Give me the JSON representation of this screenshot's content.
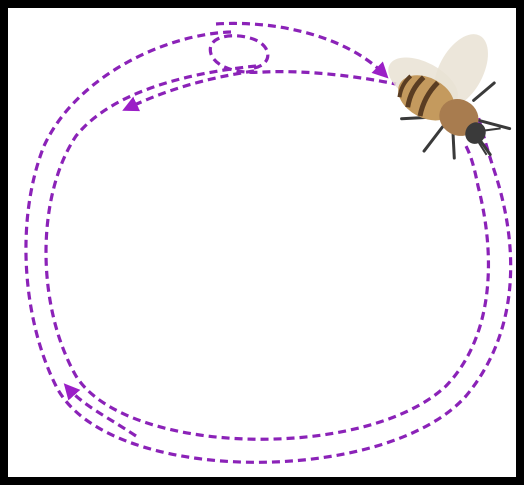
{
  "figure": {
    "subject": "honeybee-round-dance",
    "icons": {
      "bee": "bee-icon",
      "arrow": "arrowhead-icon"
    },
    "colors": {
      "frame_border": "#000000",
      "background": "#ffffff",
      "path_color": "#8B22B8",
      "arrow_color": "#9B1FC7",
      "bee_body": "#C49A5E",
      "bee_stripe_dark": "#5A3D22",
      "bee_thorax": "#A87C4F",
      "bee_wing": "#E9E2D4",
      "bee_legs": "#3A3A3A"
    },
    "path_style": "dashed",
    "loops": 2
  }
}
